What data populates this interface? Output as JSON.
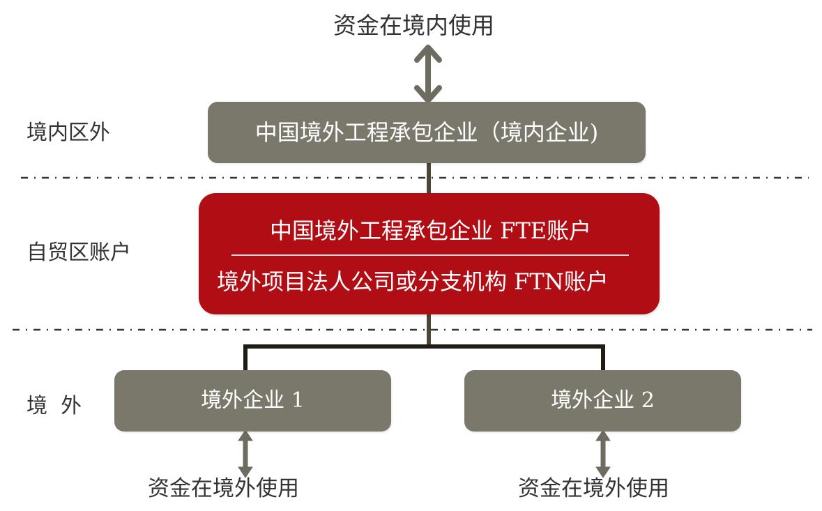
{
  "top_usage": "资金在境内使用",
  "zones": {
    "domestic_offshore": "境内区外",
    "ftz_account": "自贸区账户",
    "overseas": "境  外"
  },
  "domestic_box": "中国境外工程承包企业（境内企业)",
  "ftz_box": {
    "line1": "中国境外工程承包企业 FTE账户",
    "line2": "境外项目法人公司或分支机构 FTN账户"
  },
  "overseas_boxes": [
    {
      "label": "境外企业 1",
      "usage": "资金在境外使用"
    },
    {
      "label": "境外企业 2",
      "usage": "资金在境外使用"
    }
  ],
  "colors": {
    "grey_box": "#7a786b",
    "red_box": "#b00d14",
    "connector": "#4a4638",
    "arrow": "#6e6c60",
    "separator": "#333333"
  }
}
